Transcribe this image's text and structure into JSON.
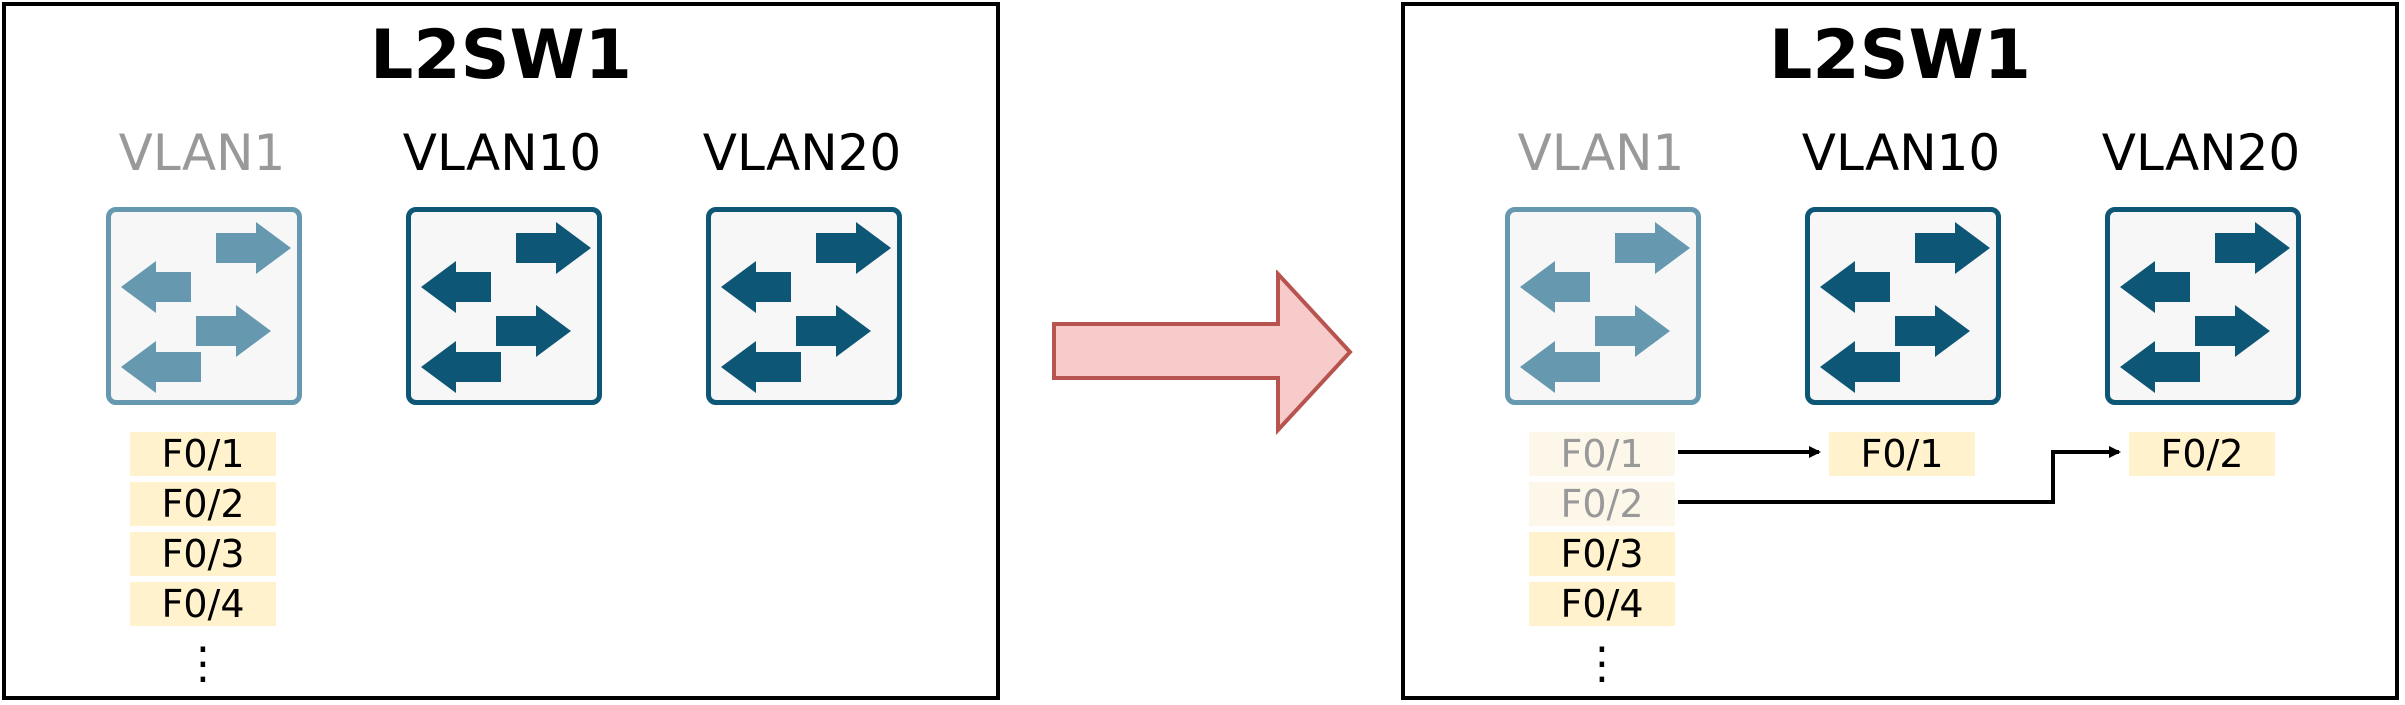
{
  "left": {
    "title": "L2SW1",
    "vlans": [
      {
        "label": "VLAN1",
        "style": "light"
      },
      {
        "label": "VLAN10",
        "style": "dark"
      },
      {
        "label": "VLAN20",
        "style": "dark"
      }
    ],
    "vlan1_ports": [
      "F0/1",
      "F0/2",
      "F0/3",
      "F0/4"
    ],
    "ellipsis": "⋮"
  },
  "right": {
    "title": "L2SW1",
    "vlans": [
      {
        "label": "VLAN1",
        "style": "light"
      },
      {
        "label": "VLAN10",
        "style": "dark"
      },
      {
        "label": "VLAN20",
        "style": "dark"
      }
    ],
    "vlan1_ports": [
      "F0/1",
      "F0/2",
      "F0/3",
      "F0/4"
    ],
    "faded_ports": [
      0,
      1
    ],
    "vlan10_port": "F0/1",
    "vlan20_port": "F0/2",
    "ellipsis": "⋮"
  },
  "colors": {
    "dark_switch": "#0e5675",
    "light_switch": "#6698b0",
    "port_bg": "#fff2cc",
    "arrow_fill": "#f8cbcb",
    "arrow_stroke": "#b85450"
  },
  "icons": {
    "switch": "switch-arrows-icon",
    "transition": "right-arrow-icon"
  }
}
